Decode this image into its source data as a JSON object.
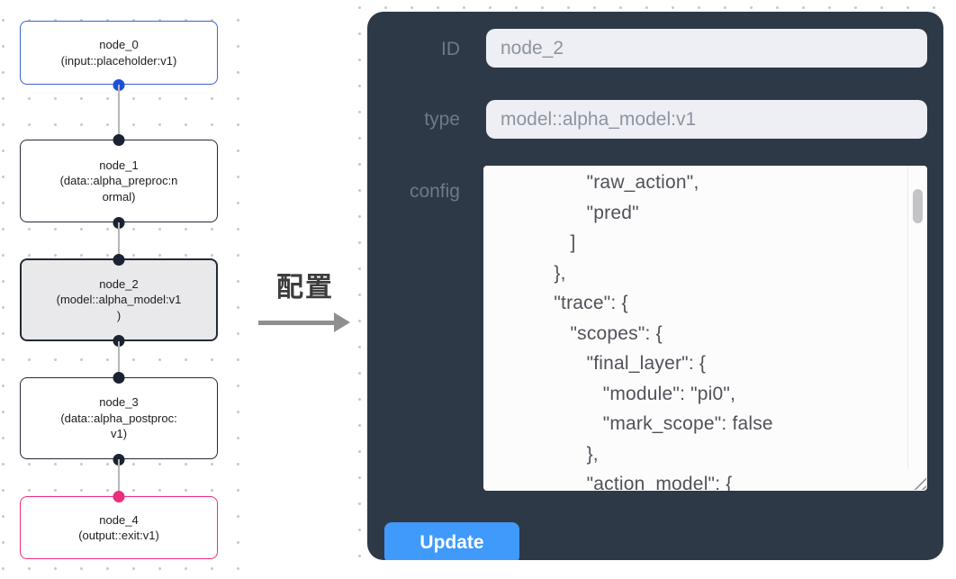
{
  "flowchart": {
    "nodes": [
      {
        "id": "node_0",
        "lines": [
          "node_0",
          "(input::placeholder:v1)"
        ],
        "variant": "input",
        "ports": {
          "bottom": "blue"
        }
      },
      {
        "id": "node_1",
        "lines": [
          "node_1",
          "(data::alpha_preproc:n",
          "ormal)"
        ],
        "variant": "default",
        "ports": {
          "top": "dark",
          "bottom": "dark"
        }
      },
      {
        "id": "node_2",
        "lines": [
          "node_2",
          "(model::alpha_model:v1",
          ")"
        ],
        "variant": "selected",
        "ports": {
          "top": "dark",
          "bottom": "dark"
        }
      },
      {
        "id": "node_3",
        "lines": [
          "node_3",
          "(data::alpha_postproc:",
          "v1)"
        ],
        "variant": "default",
        "ports": {
          "top": "dark",
          "bottom": "dark"
        }
      },
      {
        "id": "node_4",
        "lines": [
          "node_4",
          "(output::exit:v1)"
        ],
        "variant": "output",
        "ports": {
          "top": "pink"
        }
      }
    ]
  },
  "transfer": {
    "label": "配置"
  },
  "panel": {
    "fields": {
      "id": {
        "label": "ID",
        "value": "node_2"
      },
      "type": {
        "label": "type",
        "value": "model::alpha_model:v1"
      },
      "config": {
        "label": "config",
        "lines": [
          "                 \"raw_action\",",
          "                 \"pred\"",
          "              ]",
          "           },",
          "           \"trace\": {",
          "              \"scopes\": {",
          "                 \"final_layer\": {",
          "                    \"module\": \"pi0\",",
          "                    \"mark_scope\": false",
          "                 },",
          "                 \"action_model\": {"
        ]
      }
    },
    "update_label": "Update"
  },
  "colors": {
    "panel_bg": "#2e3947",
    "accent_blue": "#3f9afc",
    "node_selected_bg": "#e9e9eb",
    "input_node_border": "#3c63d2",
    "output_node_border": "#ee2d7b",
    "port_blue": "#1d4fd8",
    "port_dark": "#1b2231",
    "port_pink": "#ee2d7b",
    "canvas_dot": "#c9cacd"
  }
}
